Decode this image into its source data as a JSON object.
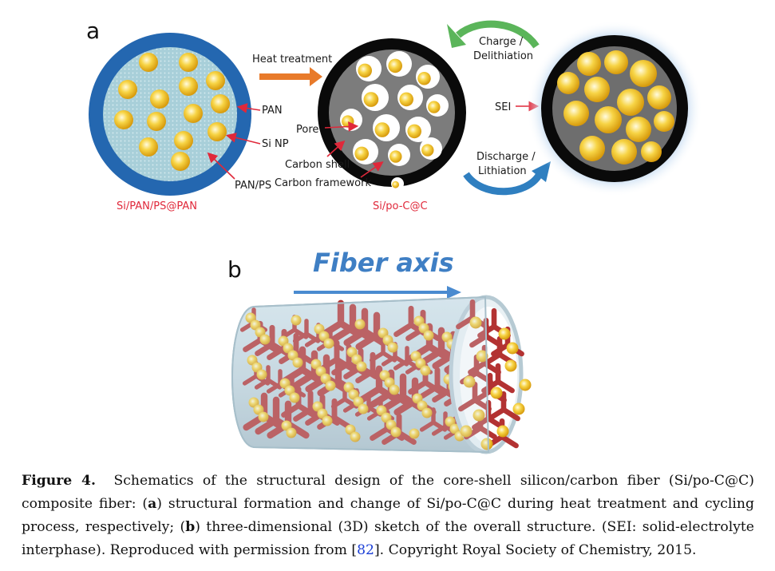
{
  "panel_a": {
    "letter": "a",
    "heat_treatment": "Heat treatment",
    "labels": {
      "pan": "PAN",
      "si_np": "Si NP",
      "pan_ps": "PAN/PS",
      "pore": "Pore",
      "carbon_shell": "Carbon shell",
      "carbon_framework": "Carbon framework",
      "sei": "SEI"
    },
    "charge_lines": [
      "Charge /",
      "Delithiation"
    ],
    "discharge_lines": [
      "Discharge /",
      "Lithiation"
    ],
    "name_left": "Si/PAN/PS@PAN",
    "name_middle": "Si/po-C@C"
  },
  "panel_b": {
    "letter": "b",
    "axis_title": "Fiber axis"
  },
  "caption": {
    "figure_label": "Figure 4.",
    "part1": "Schematics of the structural design of the core-shell silicon/carbon fiber (Si/po-C@C) composite fiber: (",
    "a": "a",
    "part2": ") structural formation and change of Si/po-C@C during heat treatment and cycling process, respectively; (",
    "b": "b",
    "part3": ") three-dimensional (3D) sketch of the overall structure. (SEI: solid-electrolyte interphase). Reproduced with permission from [",
    "ref": "82",
    "part4": "]. Copyright Royal Society of Chemistry, 2015."
  },
  "colors": {
    "outer_ring": "#2467b0",
    "matrix": "#9ec7d4",
    "si_particle": "#f2c01e",
    "label_red": "#e0283a",
    "arrow_orange": "#e87a2a",
    "arrow_green": "#5bb55a",
    "arrow_blue": "#2f7fc0",
    "carbon_red": "#b33232"
  }
}
